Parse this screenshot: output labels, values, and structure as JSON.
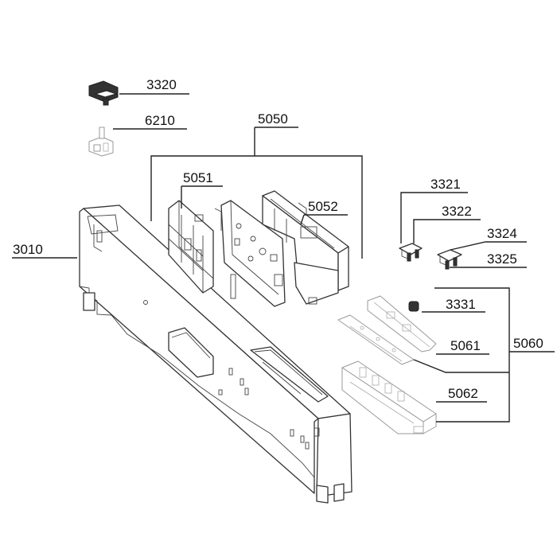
{
  "parts": [
    {
      "id": "p3320",
      "label": "3320"
    },
    {
      "id": "p6210",
      "label": "6210"
    },
    {
      "id": "p5050",
      "label": "5050"
    },
    {
      "id": "p5051",
      "label": "5051"
    },
    {
      "id": "p5052",
      "label": "5052"
    },
    {
      "id": "p3010",
      "label": "3010"
    },
    {
      "id": "p3321",
      "label": "3321"
    },
    {
      "id": "p3322",
      "label": "3322"
    },
    {
      "id": "p3324",
      "label": "3324"
    },
    {
      "id": "p3325",
      "label": "3325"
    },
    {
      "id": "p3331",
      "label": "3331"
    },
    {
      "id": "p5061",
      "label": "5061"
    },
    {
      "id": "p5060",
      "label": "5060"
    },
    {
      "id": "p5062",
      "label": "5062"
    }
  ]
}
